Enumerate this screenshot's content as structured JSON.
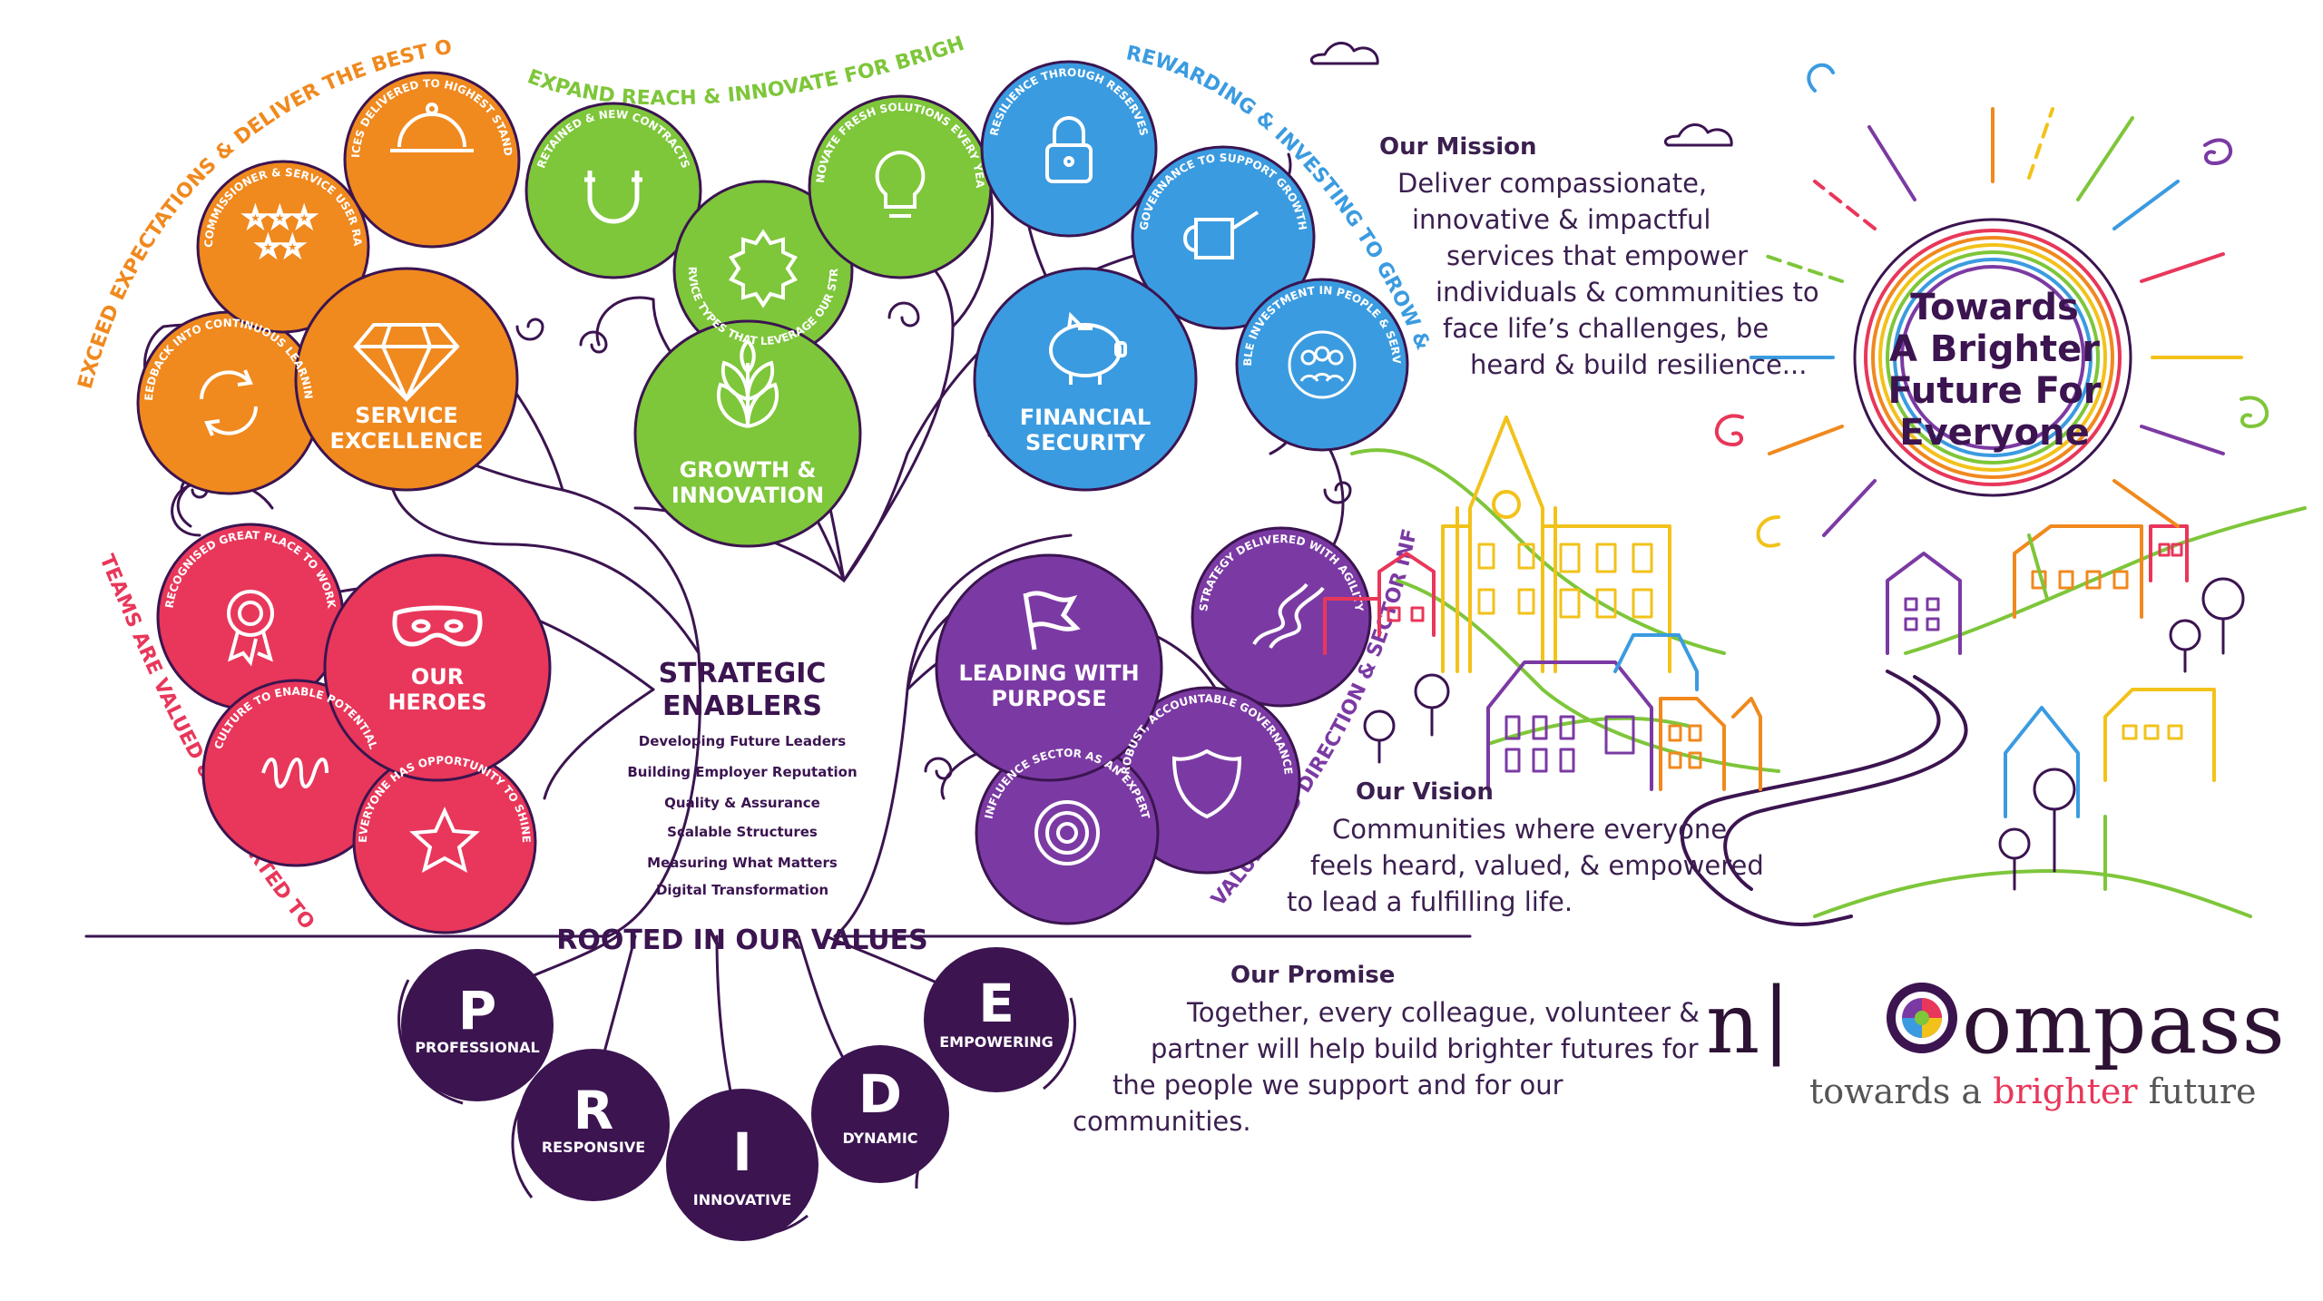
{
  "branches": {
    "service": {
      "label": "EXCEED EXPECTATIONS & DELIVER THE BEST OUTCOMES",
      "color": "#f0891e"
    },
    "growth": {
      "label": "EXPAND REACH & INNOVATE FOR BRIGHTER FUTURES",
      "color": "#7ec63a"
    },
    "financial": {
      "label": "REWARDING & INVESTING TO GROW & IMPROVE",
      "color": "#3b9be0"
    },
    "heroes": {
      "label": "TEAMS ARE VALUED & SUPPORTED TO DELIVER",
      "color": "#e8375a"
    },
    "purpose": {
      "label": "VALUES LED DIRECTION & SECTOR INFLUENCE",
      "color": "#7b3aa3"
    }
  },
  "main_circles": {
    "service": {
      "line1": "SERVICE",
      "line2": "EXCELLENCE",
      "icon": "diamond-icon"
    },
    "growth": {
      "line1": "GROWTH &",
      "line2": "INNOVATION",
      "icon": "wheat-icon"
    },
    "financial": {
      "line1": "FINANCIAL",
      "line2": "SECURITY",
      "icon": "piggy-bank-icon"
    },
    "heroes": {
      "line1": "OUR",
      "line2": "HEROES",
      "icon": "mask-icon"
    },
    "purpose": {
      "line1": "LEADING WITH",
      "line2": "PURPOSE",
      "icon": "flag-icon"
    }
  },
  "small_circles": {
    "feedback": {
      "label": "FEEDBACK INTO CONTINUOUS LEARNING",
      "icon": "refresh-icon"
    },
    "ratings": {
      "label": "HIGH COMMISSIONER & SERVICE USER RATINGS",
      "icon": "stars-icon"
    },
    "standards": {
      "label": "SERVICES DELIVERED TO HIGHEST STANDARDS",
      "icon": "cloche-icon"
    },
    "contracts": {
      "label": "RETAINED & NEW CONTRACTS",
      "icon": "magnet-icon"
    },
    "strengths": {
      "label": "NEW SERVICE TYPES THAT LEVERAGE OUR STRENGTHS",
      "icon": "badge-icon"
    },
    "solutions": {
      "label": "INNOVATE FRESH SOLUTIONS EVERY YEAR",
      "icon": "lightbulb-icon"
    },
    "reserves": {
      "label": "RESILIENCE THROUGH RESERVES",
      "icon": "padlock-icon"
    },
    "governance": {
      "label": "GOVERNANCE TO SUPPORT GROWTH",
      "icon": "watering-can-icon"
    },
    "investment": {
      "label": "ENABLE INVESTMENT IN PEOPLE & SERVICES",
      "icon": "people-icon"
    },
    "great_place": {
      "label": "RECOGNISED GREAT PLACE TO WORK",
      "icon": "rosette-icon"
    },
    "culture": {
      "label": "CULTURE TO ENABLE POTENTIAL",
      "icon": "spring-icon"
    },
    "shine": {
      "label": "EVERYONE HAS OPPORTUNITY TO SHINE",
      "icon": "star-icon"
    },
    "agility": {
      "label": "STRATEGY DELIVERED WITH AGILITY",
      "icon": "road-icon"
    },
    "accountable": {
      "label": "ROBUST, ACCOUNTABLE GOVERNANCE",
      "icon": "shield-icon"
    },
    "expert": {
      "label": "INFLUENCE SECTOR AS AN EXPERT",
      "icon": "target-icon"
    }
  },
  "enablers": {
    "title1": "STRATEGIC",
    "title2": "ENABLERS",
    "items": [
      "Developing Future Leaders",
      "Building Employer Reputation",
      "Quality & Assurance",
      "Scalable Structures",
      "Measuring What Matters",
      "Digital Transformation"
    ]
  },
  "values": {
    "title": "ROOTED IN OUR VALUES",
    "color": "#3b1450",
    "items": [
      {
        "letter": "P",
        "word": "PROFESSIONAL"
      },
      {
        "letter": "R",
        "word": "RESPONSIVE"
      },
      {
        "letter": "I",
        "word": "INNOVATIVE"
      },
      {
        "letter": "D",
        "word": "DYNAMIC"
      },
      {
        "letter": "E",
        "word": "EMPOWERING"
      }
    ]
  },
  "mission": {
    "title": "Our Mission",
    "lines": [
      "Deliver compassionate,",
      "innovative & impactful",
      "services that empower",
      "individuals & communities to",
      "face life’s challenges, be",
      "heard & build resilience..."
    ]
  },
  "vision": {
    "title": "Our Vision",
    "lines": [
      "Communities where everyone",
      "feels heard, valued, & empowered",
      "to lead a fulfilling life."
    ]
  },
  "promise": {
    "title": "Our Promise",
    "lines": [
      "Together, every colleague, volunteer &",
      "partner will help build brighter futures for",
      "the people we support and for our",
      "communities."
    ]
  },
  "sun": {
    "lines": [
      "Towards",
      "A Brighter",
      "Future For",
      "Everyone"
    ]
  },
  "logo": {
    "left": "n",
    "bar": "|",
    "right": "ompass",
    "tag_before": "towards a ",
    "tag_highlight": "brighter",
    "tag_after": " future"
  }
}
